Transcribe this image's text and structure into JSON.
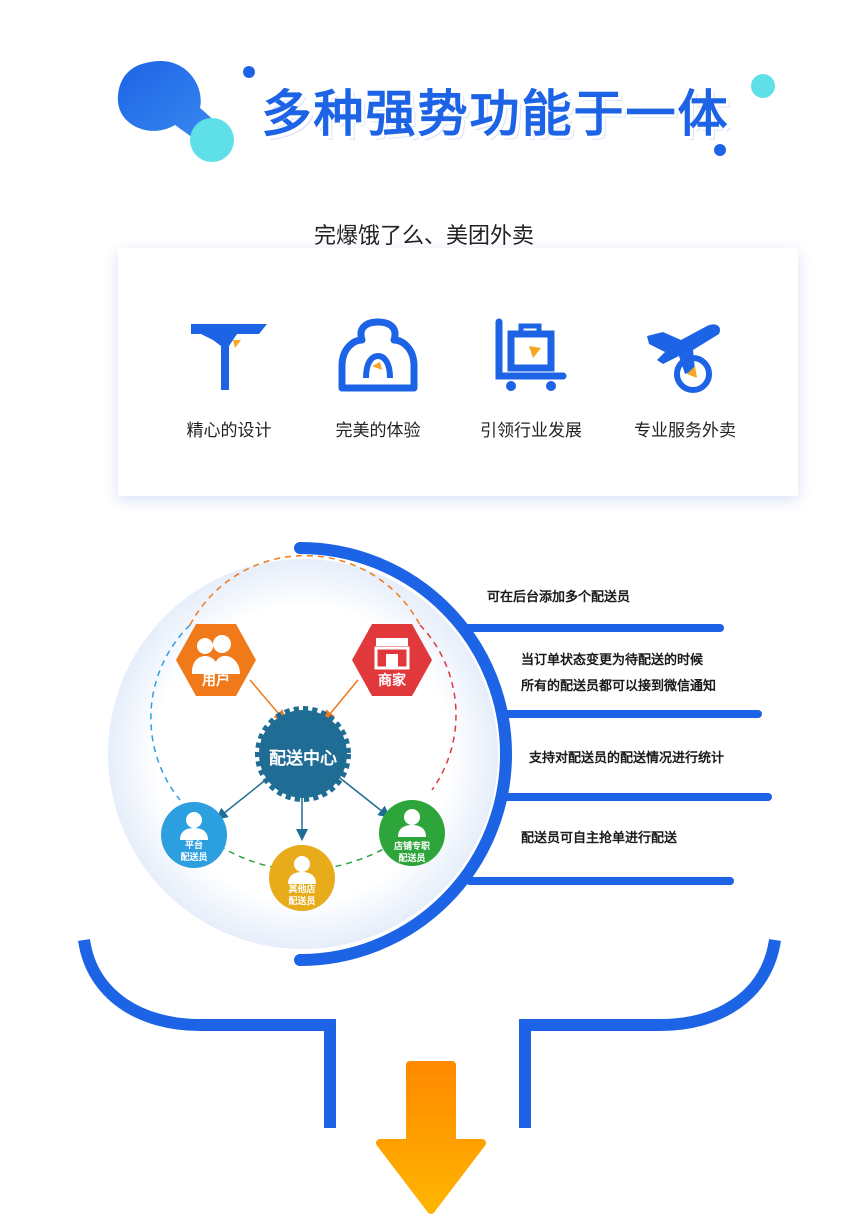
{
  "header": {
    "title": "多种强势功能于一体"
  },
  "subtitle": "完爆饿了么、美团外卖",
  "features": [
    {
      "label": "精心的设计",
      "icon": "funnel-glass-icon"
    },
    {
      "label": "完美的体验",
      "icon": "users-group-icon"
    },
    {
      "label": "引领行业发展",
      "icon": "luggage-cart-icon"
    },
    {
      "label": "专业服务外卖",
      "icon": "airplane-icon"
    }
  ],
  "diagram": {
    "center": "配送中心",
    "user": "用户",
    "merchant": "商家",
    "platform": [
      "平台",
      "配送员"
    ],
    "other_store": [
      "其他店",
      "配送员"
    ],
    "store_dedicated": [
      "店铺专职",
      "配送员"
    ]
  },
  "bullets": [
    [
      "可在后台添加多个配送员"
    ],
    [
      "当订单状态变更为待配送的时候",
      "所有的配送员都可以接到微信通知"
    ],
    [
      "支持对配送员的配送情况进行统计"
    ],
    [
      "配送员可自主抢单进行配送"
    ]
  ],
  "colors": {
    "brand_blue": "#1d63e6",
    "cyan": "#5fe0e8",
    "orange": "#f07a1a",
    "red": "#e0383b",
    "teal_gear": "#1f6d95",
    "sky": "#2c9fe0",
    "gold": "#e8ab1a",
    "green": "#2da53a"
  }
}
